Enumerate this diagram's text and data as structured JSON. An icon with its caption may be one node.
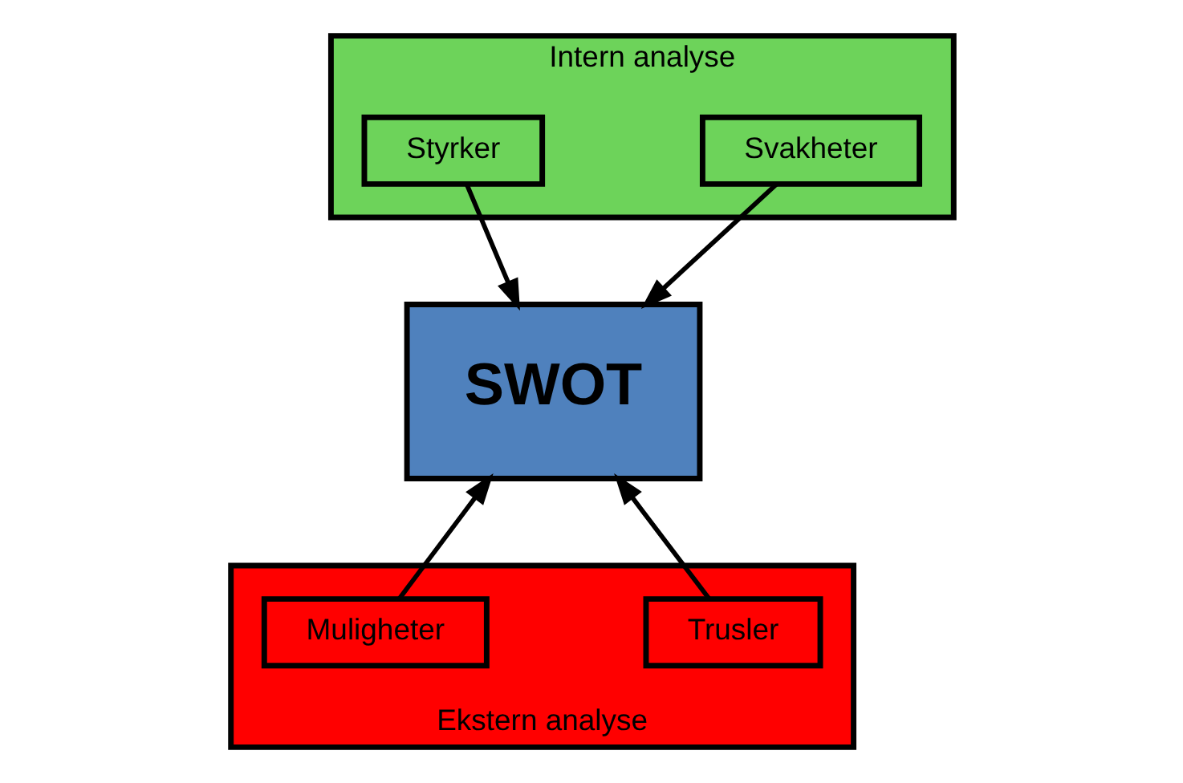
{
  "diagram": {
    "nodes": [
      {
        "text": [
          "Intern analyse"
        ]
      },
      {
        "text": [
          "Styrker"
        ],
        "in": 0
      },
      {
        "text": [
          "Svakheter"
        ],
        "in": 0
      },
      {
        "text": [
          "SWOT"
        ]
      },
      {
        "text": [
          "Ekstern analyse"
        ]
      },
      {
        "text": [
          "Muligheter"
        ],
        "in": 4
      },
      {
        "text": [
          "Trusler"
        ],
        "in": 4
      }
    ],
    "edges": [
      {
        "from": 1,
        "to": 3,
        "arrow": "to"
      },
      {
        "from": 2,
        "to": 3,
        "arrow": "to"
      },
      {
        "from": 5,
        "to": 3,
        "arrow": "to"
      },
      {
        "from": 6,
        "to": 3,
        "arrow": "to"
      }
    ]
  }
}
